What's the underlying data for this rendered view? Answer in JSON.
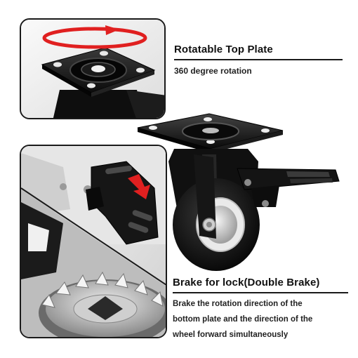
{
  "top_feature": {
    "title": "Rotatable Top Plate",
    "subtitle": "360 degree rotation"
  },
  "brake_feature": {
    "title": "Brake for lock(Double Brake)",
    "description_lines": [
      "Brake the rotation direction of the",
      "bottom plate and the direction of the",
      "wheel forward simultaneously"
    ]
  },
  "colors": {
    "accent_arrow": "#e02020",
    "metal_dark": "#141414",
    "wheel_hub": "#d8d8d8",
    "panel_border": "#1a1a1a"
  },
  "icons": {
    "rotation_arrow": "rotation-arrow-icon",
    "press_arrow": "press-down-arrow-icon"
  }
}
